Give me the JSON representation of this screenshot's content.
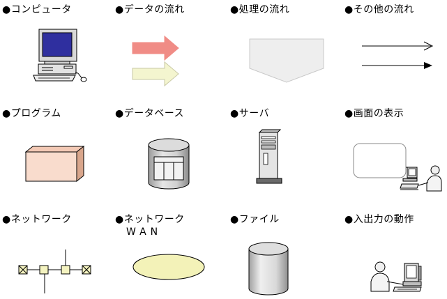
{
  "legend": {
    "row1": {
      "computer": "●コンピュータ",
      "data_flow": "●データの流れ",
      "process_flow": "●処理の流れ",
      "other_flow": "●その他の流れ"
    },
    "row2": {
      "program": "●プログラム",
      "database": "●データベース",
      "server": "●サーバ",
      "screen_display": "●画面の表示"
    },
    "row3": {
      "network": "●ネットワーク",
      "network_wan": "●ネットワーク",
      "network_wan_sub": "WAN",
      "file": "●ファイル",
      "io_operation": "●入出力の動作"
    }
  },
  "colors": {
    "data_flow_primary": "#f08c86",
    "data_flow_secondary": "#f4f5cf",
    "process_shape": "#eeeeee",
    "program_box": "#f9dccd",
    "program_side": "#d9a68c",
    "wan_ellipse": "#f3f2b8",
    "network_node": "#f4f3c0",
    "monitor_screen": "#2f2f9f"
  }
}
